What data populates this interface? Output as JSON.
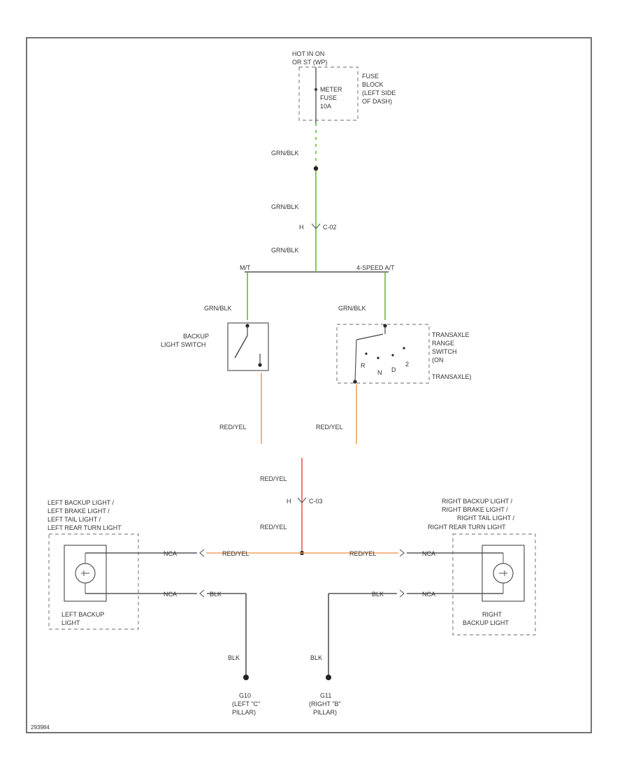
{
  "colors": {
    "border": "#444444",
    "plain_wire": "#555555",
    "grn_blk": "#66bb33",
    "red_yel": "#f0a060",
    "red": "#ee5555",
    "text": "#333333"
  },
  "power": {
    "source": [
      "HOT IN ON",
      "OR ST (WP)"
    ],
    "fuse_block": [
      "FUSE",
      "BLOCK",
      "(LEFT SIDE",
      "OF DASH)"
    ],
    "fuse": [
      "METER",
      "FUSE",
      "10A"
    ]
  },
  "wires": {
    "grn_blk_1": "GRN/BLK",
    "grn_blk_2": "GRN/BLK",
    "grn_blk_3": "GRN/BLK",
    "grn_blk_mt": "GRN/BLK",
    "grn_blk_at": "GRN/BLK",
    "red_yel_mt": "RED/YEL",
    "red_yel_at": "RED/YEL",
    "red_yel_c1": "RED/YEL",
    "red_yel_c2": "RED/YEL",
    "red_yel_left": "RED/YEL",
    "red_yel_right": "RED/YEL",
    "nca_1": "NCA",
    "nca_2": "NCA",
    "nca_3": "NCA",
    "nca_4": "NCA",
    "blk_1": "BLK",
    "blk_2": "BLK",
    "blk_3": "BLK",
    "blk_4": "BLK"
  },
  "connectors": {
    "c1": "C-02",
    "c2": "C-03"
  },
  "branches": {
    "mt": "M/T",
    "at": "4-SPEED A/T"
  },
  "backup_switch": [
    "BACKUP",
    "LIGHT SWITCH"
  ],
  "trans_switch": {
    "label": [
      "TRANSAXLE",
      "RANGE",
      "SWITCH",
      "(ON",
      "TRANSAXLE)"
    ],
    "positions": [
      "R",
      "N",
      "D",
      "2"
    ]
  },
  "left_light": {
    "header": [
      "LEFT BACKUP LIGHT /",
      "LEFT BRAKE LIGHT /",
      "LEFT TAIL LIGHT /",
      "LEFT REAR TURN LIGHT"
    ],
    "name": [
      "LEFT BACKUP",
      "LIGHT"
    ]
  },
  "right_light": {
    "header": [
      "RIGHT BACKUP LIGHT /",
      "RIGHT BRAKE LIGHT /",
      "RIGHT TAIL LIGHT /",
      "RIGHT REAR TURN LIGHT"
    ],
    "name": [
      "RIGHT",
      "BACKUP LIGHT"
    ]
  },
  "grounds": {
    "left": [
      "G10",
      "(LEFT \"C\"",
      "PILLAR)"
    ],
    "right": [
      "G11",
      "(RIGHT \"B\"",
      "PILLAR)"
    ]
  },
  "footer_code": "293984"
}
